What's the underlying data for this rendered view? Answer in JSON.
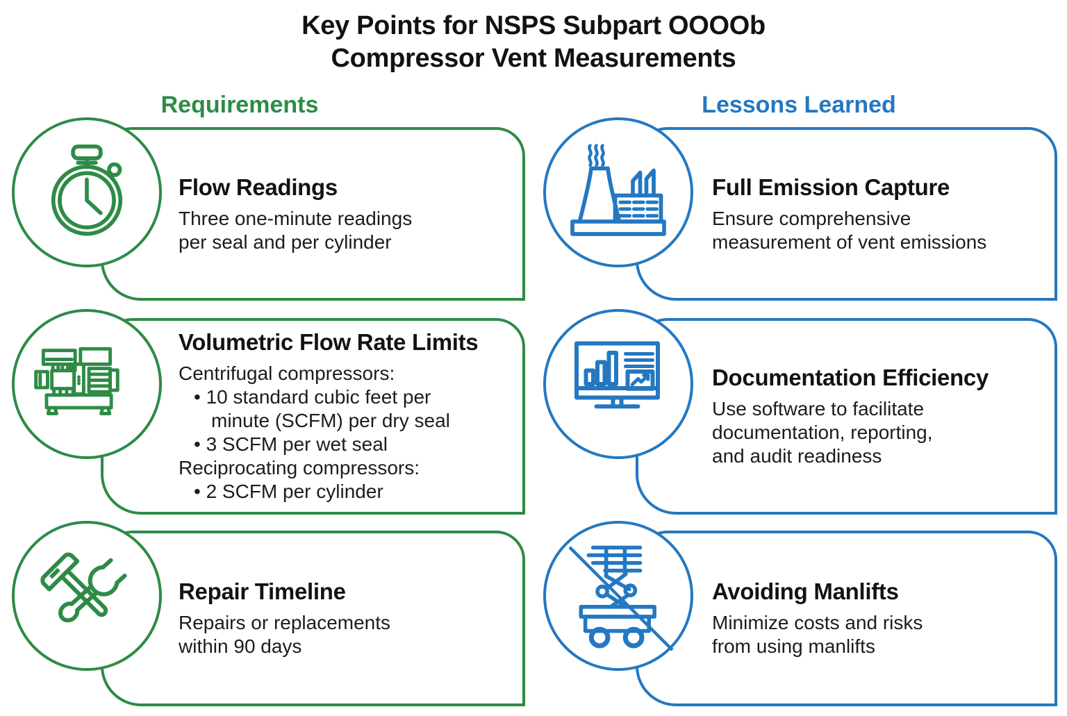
{
  "title": {
    "line1": "Key Points for NSPS Subpart OOOOb",
    "line2": "Compressor Vent Measurements"
  },
  "columns": [
    {
      "label": "Requirements",
      "color": "#2E8B46",
      "cards": [
        {
          "icon": "stopwatch-icon",
          "title": "Flow Readings",
          "lines": [
            {
              "text": "Three one-minute readings",
              "indent": 0
            },
            {
              "text": "per seal and per cylinder",
              "indent": 0
            }
          ]
        },
        {
          "icon": "compressor-icon",
          "title": "Volumetric Flow Rate Limits",
          "lines": [
            {
              "text": "Centrifugal compressors:",
              "indent": 0
            },
            {
              "text": "• 10 standard cubic feet per",
              "indent": 1
            },
            {
              "text": "minute (SCFM) per dry seal",
              "indent": 2
            },
            {
              "text": "• 3 SCFM per wet seal",
              "indent": 1
            },
            {
              "text": "Reciprocating compressors:",
              "indent": 0
            },
            {
              "text": "• 2 SCFM per cylinder",
              "indent": 1
            }
          ]
        },
        {
          "icon": "hammer-wrench-icon",
          "title": "Repair Timeline",
          "lines": [
            {
              "text": "Repairs or replacements",
              "indent": 0
            },
            {
              "text": "within 90 days",
              "indent": 0
            }
          ]
        }
      ]
    },
    {
      "label": "Lessons Learned",
      "color": "#2478C1",
      "cards": [
        {
          "icon": "factory-icon",
          "title": "Full Emission Capture",
          "lines": [
            {
              "text": "Ensure comprehensive",
              "indent": 0
            },
            {
              "text": "measurement of vent emissions",
              "indent": 0
            }
          ]
        },
        {
          "icon": "monitor-chart-icon",
          "title": "Documentation Efficiency",
          "lines": [
            {
              "text": "Use software to facilitate",
              "indent": 0
            },
            {
              "text": "documentation, reporting,",
              "indent": 0
            },
            {
              "text": "and audit readiness",
              "indent": 0
            }
          ]
        },
        {
          "icon": "no-manlift-icon",
          "title": "Avoiding Manlifts",
          "lines": [
            {
              "text": "Minimize costs and risks",
              "indent": 0
            },
            {
              "text": "from using manlifts",
              "indent": 0
            }
          ]
        }
      ]
    }
  ]
}
